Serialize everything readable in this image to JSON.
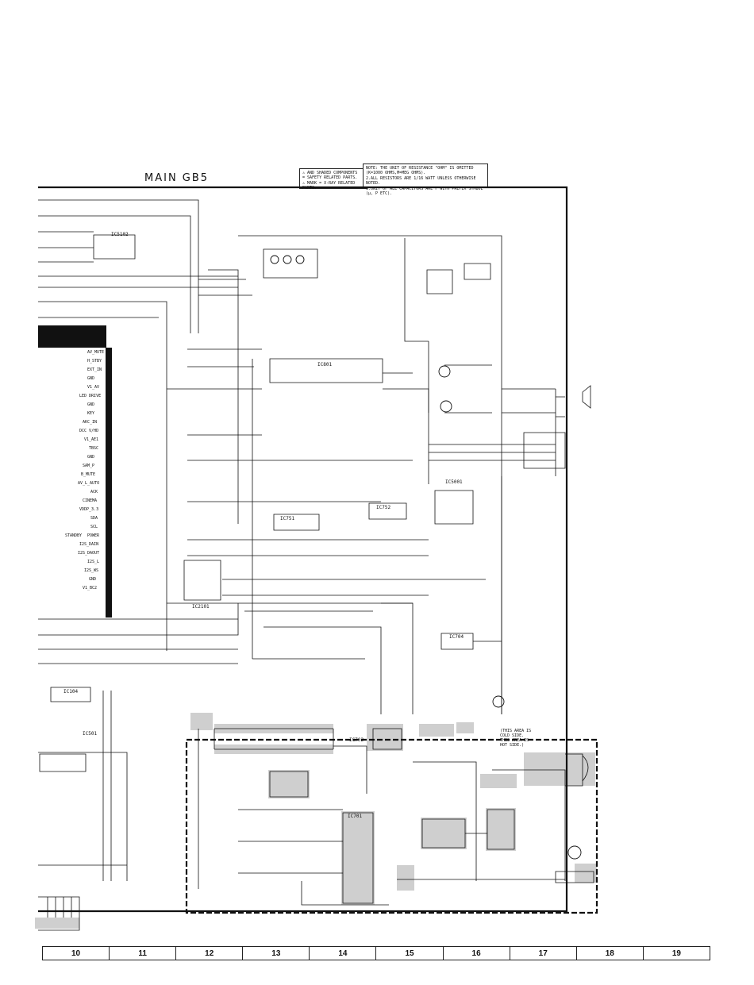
{
  "title": "MAIN GB5",
  "notes": {
    "safety": [
      "⚠ AND SHADED COMPONENTS",
      "= SAFETY RELATED PARTS.",
      "⚠ MARK = X-RAY RELATED PARTS."
    ],
    "general": [
      "NOTE: THE UNIT OF RESISTANCE \"OHM\" IS OMITTED",
      "(K=1000 OHMS,M=MEG OHMS).",
      "2.ALL RESISTORS ARE 1/16 WATT UNLESS OTHERWISE NOTED.",
      "3.UNIT OF ALL CAPACITORS ARE F WITH PREFIX SYMBOL",
      "(μ, P ETC)."
    ]
  },
  "hot_note": [
    "(THIS AREA IS",
    "COLD SIDE.",
    "THIS AREA IS",
    "HOT SIDE.)"
  ],
  "ic_labels": [
    {
      "id": "ic5102",
      "text": "IC5102"
    },
    {
      "id": "ic801",
      "text": "IC801"
    },
    {
      "id": "ic751",
      "text": "IC751"
    },
    {
      "id": "ic752",
      "text": "IC752"
    },
    {
      "id": "ic2101",
      "text": "IC2101"
    },
    {
      "id": "ic704",
      "text": "IC704"
    },
    {
      "id": "ic5001",
      "text": "IC5001"
    },
    {
      "id": "ic702",
      "text": "IC702"
    },
    {
      "id": "ic701",
      "text": "IC701"
    },
    {
      "id": "ic501",
      "text": "IC501"
    },
    {
      "id": "ic104",
      "text": "IC104"
    }
  ],
  "pin_labels": [
    "AV_MUTE",
    "H_STBY",
    "EXT_IN",
    "GND",
    "V1_AV",
    "LED DRIVE",
    "GND",
    "KEY",
    "AKC_IN",
    "DCC V/HD",
    "V1_AE1",
    "TBSC",
    "GND",
    "SAM_P",
    "B_MUTE",
    "AV_L_AUTO",
    "ACK",
    "CINEMA",
    "VDDP_3.3",
    "SDA",
    "SCL",
    "STANDBY",
    "POWER",
    "I2S_DAIN",
    "I2S_DAOUT",
    "I2S_L",
    "I2S_WS",
    "GND",
    "V1_BC2"
  ],
  "grid_columns": [
    "10",
    "11",
    "12",
    "13",
    "14",
    "15",
    "16",
    "17",
    "18",
    "19"
  ]
}
